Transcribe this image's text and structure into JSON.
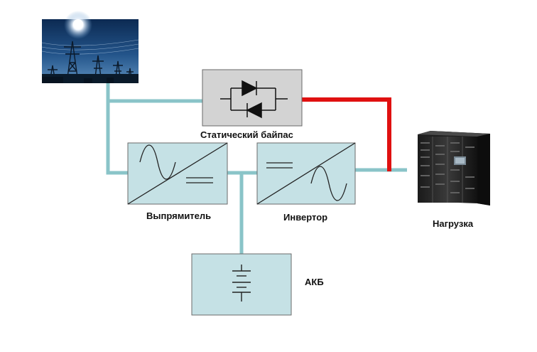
{
  "labels": {
    "bypass": "Статический байпас",
    "rectifier": "Выпрямитель",
    "inverter": "Инвертор",
    "load": "Нагрузка",
    "battery": "АКБ"
  },
  "colors": {
    "line": "#8ac4c8",
    "bypass_active": "#e01010",
    "block_fill": "#c5e1e5",
    "block_stroke": "#6a6a6a",
    "bypass_fill": "#d3d3d3"
  },
  "icons": {
    "source": "power-transmission-tower-icon",
    "bypass": "thyristor-pair-icon",
    "rectifier": "ac-to-dc-icon",
    "inverter": "dc-to-ac-icon",
    "battery": "battery-icon",
    "load": "server-rack-icon"
  }
}
